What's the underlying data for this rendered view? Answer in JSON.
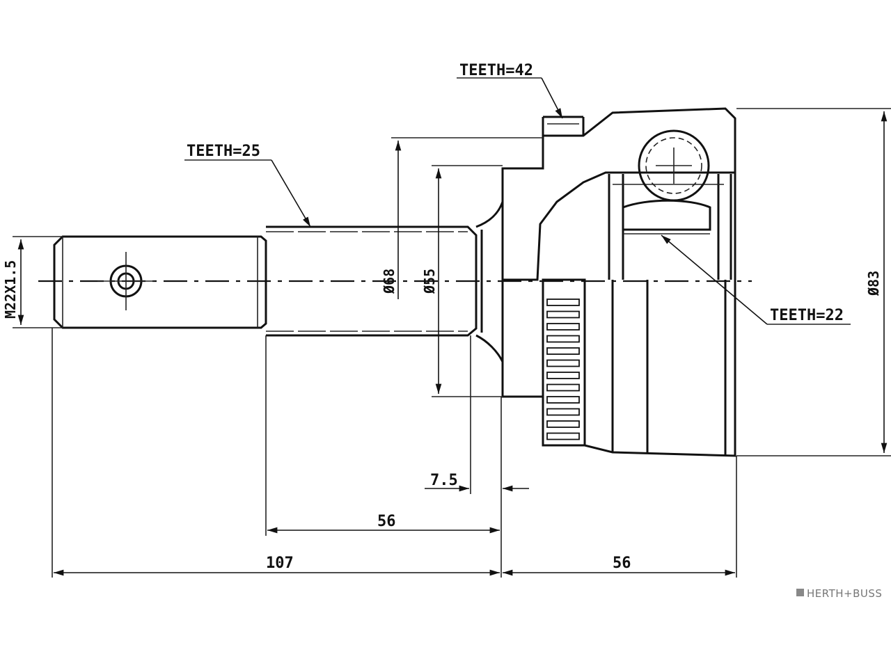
{
  "labels": {
    "teeth_42": "TEETH=42",
    "teeth_25": "TEETH=25",
    "teeth_22": "TEETH=22",
    "thread": "M22X1.5",
    "dia_68": "Ø68",
    "dia_55": "Ø55",
    "dia_83": "Ø83",
    "dim_7_5": "7.5",
    "dim_56_shaft": "56",
    "dim_107": "107",
    "dim_56_housing": "56"
  },
  "brand": "HERTH+BUSS",
  "colors": {
    "line": "#111111",
    "brand": "#777777"
  }
}
